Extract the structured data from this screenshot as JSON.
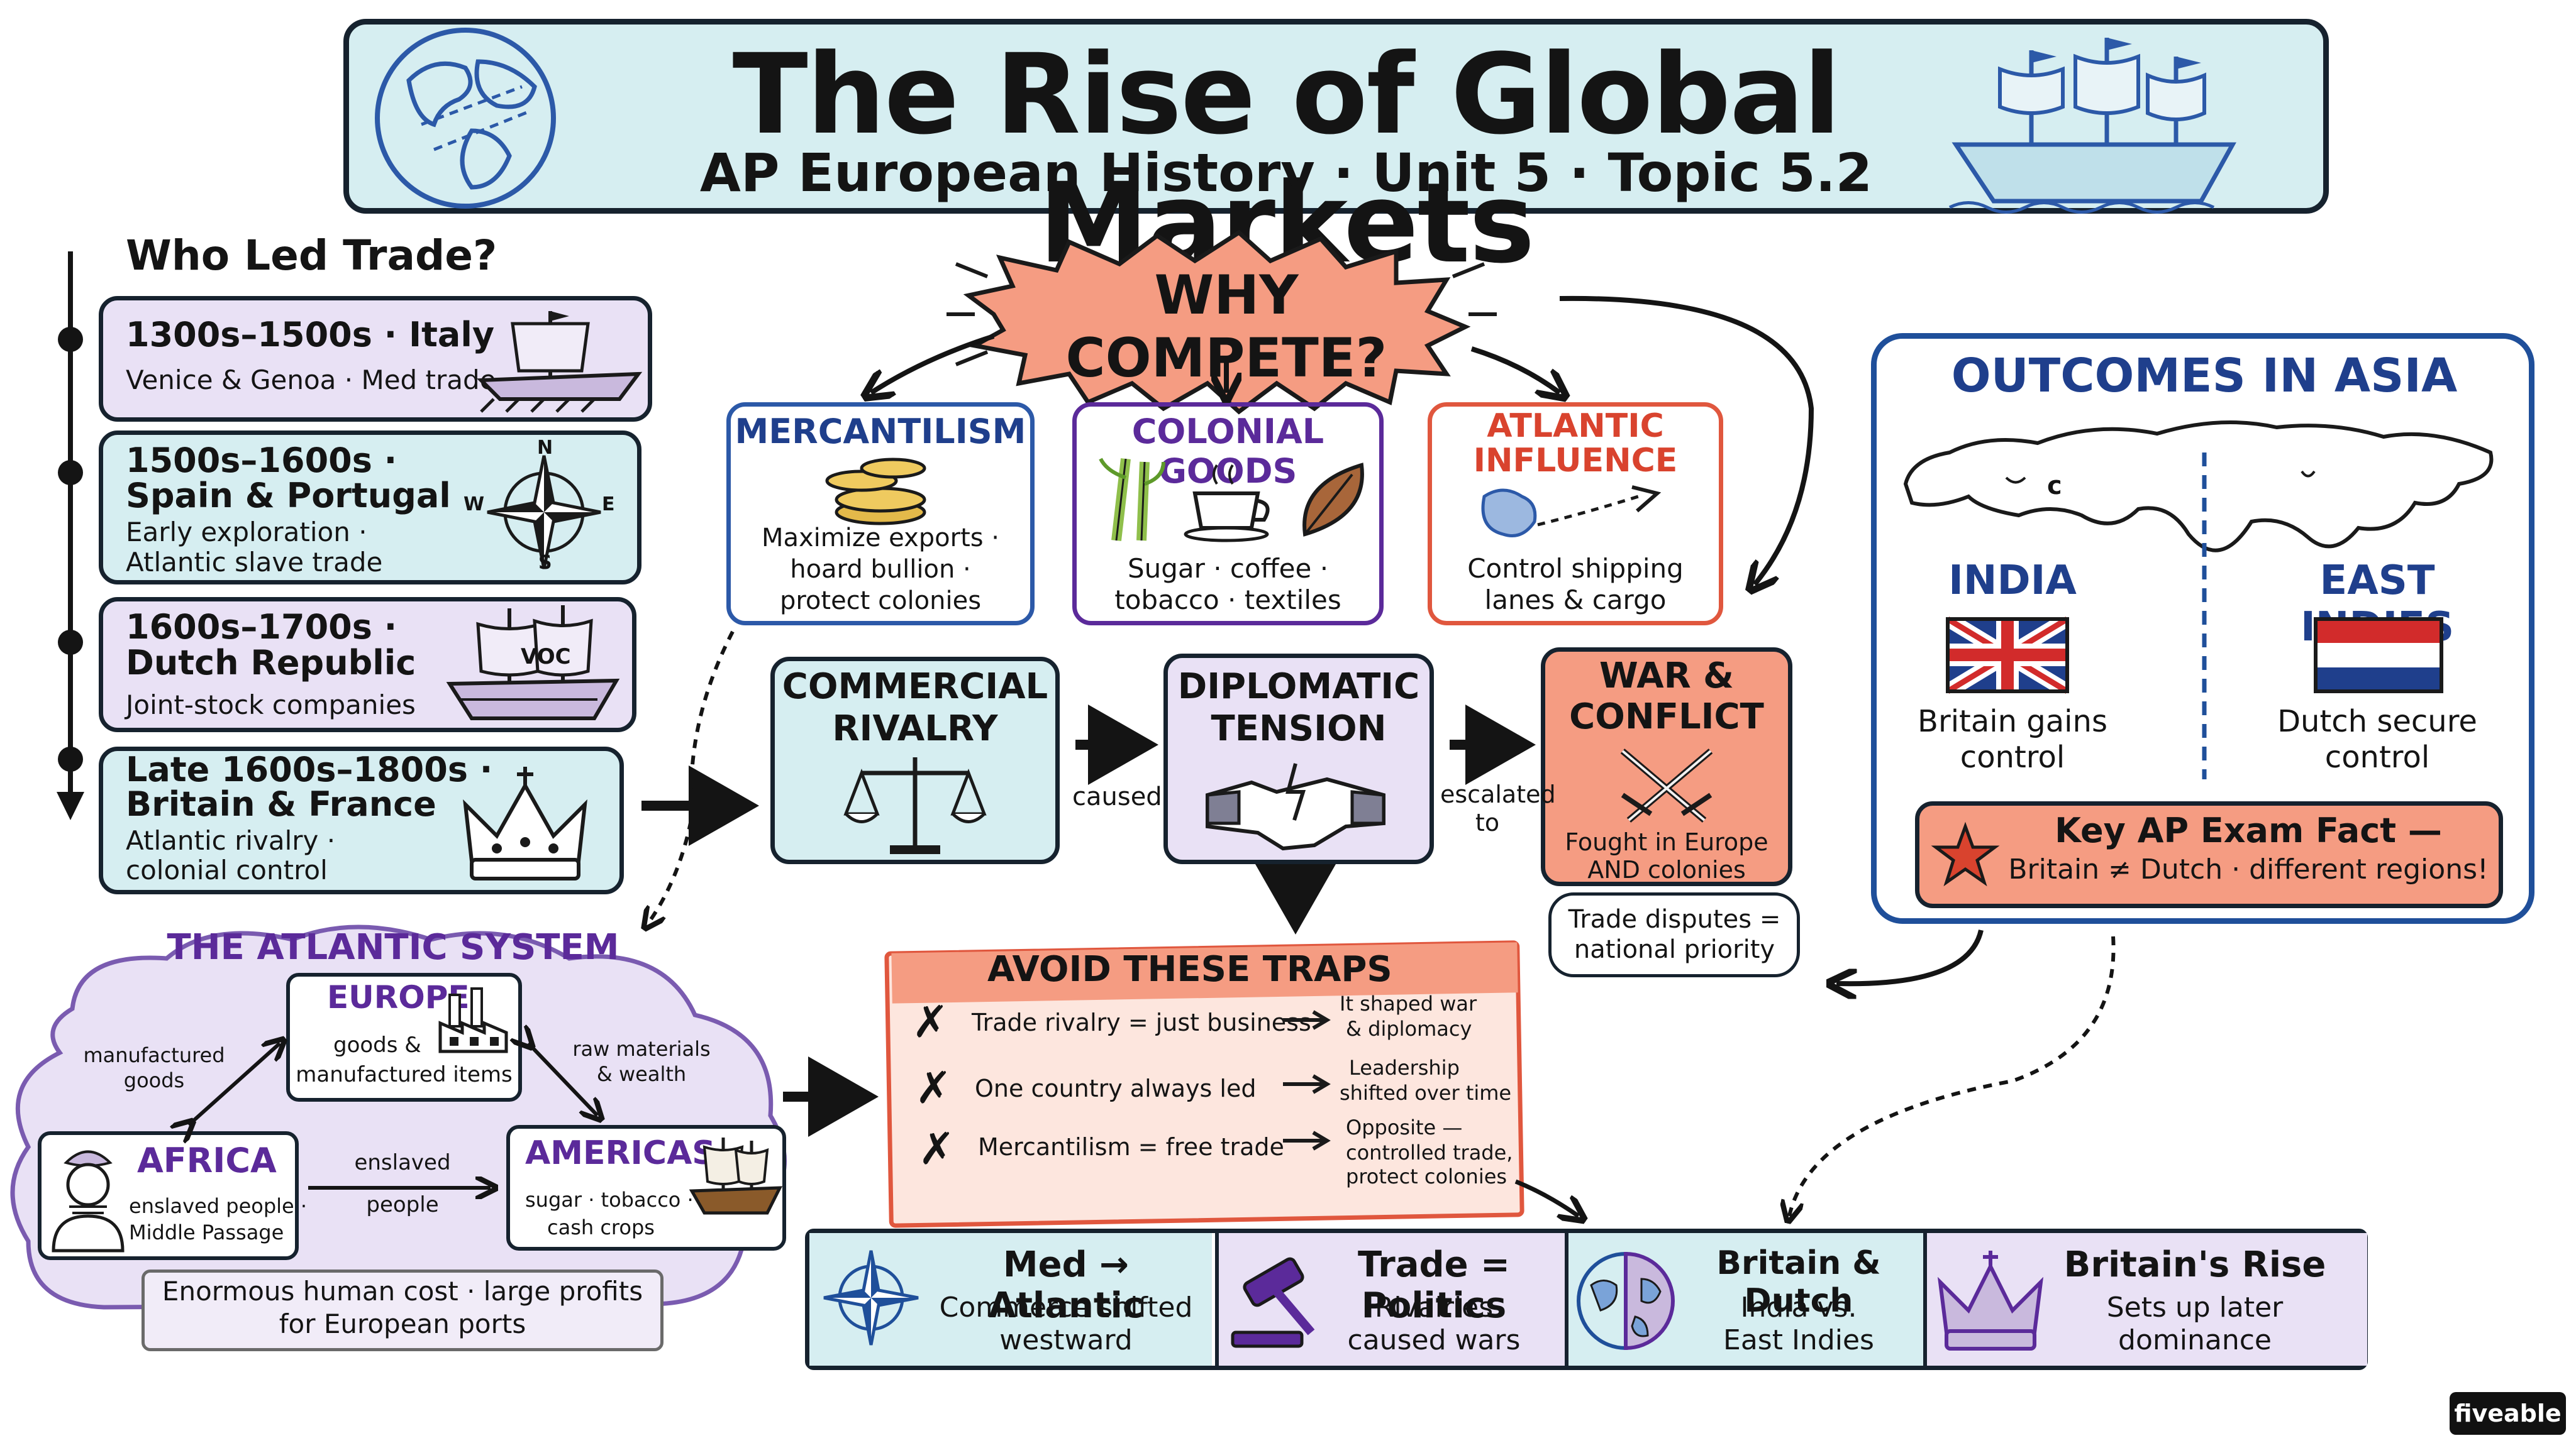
{
  "header": {
    "title": "The Rise of Global Markets",
    "subtitle": "AP European History · Unit 5 · Topic 5.2"
  },
  "timeline": {
    "heading": "Who Led Trade?",
    "eras": [
      {
        "title": "1300s–1500s · Italy",
        "desc": "Venice & Genoa · Med trade"
      },
      {
        "title_1": "1500s–1600s ·",
        "title_2": "Spain & Portugal",
        "desc_1": "Early exploration ·",
        "desc_2": "Atlantic slave trade",
        "compass": {
          "n": "N",
          "s": "S",
          "e": "E",
          "w": "W"
        }
      },
      {
        "title_1": "1600s–1700s ·",
        "title_2": "Dutch Republic",
        "desc": "Joint-stock companies",
        "flag": "VOC"
      },
      {
        "title_1": "Late 1600s–1800s ·",
        "title_2": "Britain & France",
        "desc_1": "Atlantic rivalry ·",
        "desc_2": "colonial control"
      }
    ]
  },
  "why": {
    "label": "WHY COMPETE?",
    "causes": [
      {
        "title": "MERCANTILISM",
        "lines": [
          "Maximize exports ·",
          "hoard bullion ·",
          "protect colonies"
        ]
      },
      {
        "title": "COLONIAL GOODS",
        "lines": [
          "Sugar · coffee ·",
          "tobacco · textiles"
        ]
      },
      {
        "title_1": "ATLANTIC",
        "title_2": "INFLUENCE",
        "lines": [
          "Control shipping",
          "lanes & cargo"
        ]
      }
    ]
  },
  "chain": {
    "rivalry": {
      "line_1": "COMMERCIAL",
      "line_2": "RIVALRY"
    },
    "caused": "caused",
    "tension": {
      "line_1": "DIPLOMATIC",
      "line_2": "TENSION"
    },
    "escalated": {
      "line_1": "escalated",
      "line_2": "to"
    },
    "war": {
      "line_1": "WAR &",
      "line_2": "CONFLICT",
      "sub_1": "Fought in Europe",
      "sub_2": "AND colonies"
    },
    "note": {
      "line_1": "Trade disputes =",
      "line_2": "national priority"
    }
  },
  "outcomes": {
    "title": "OUTCOMES IN ASIA",
    "map_mark": "c",
    "india": {
      "name": "INDIA",
      "line_1": "Britain gains",
      "line_2": "control"
    },
    "indies": {
      "name": "EAST INDIES",
      "line_1": "Dutch secure",
      "line_2": "control"
    },
    "fact": {
      "line_1": "Key AP Exam Fact —",
      "line_2": "Britain ≠ Dutch · different regions!"
    }
  },
  "atlantic": {
    "title": "THE ATLANTIC SYSTEM",
    "europe": {
      "name": "EUROPE",
      "line_1": "goods &",
      "line_2": "manufactured items"
    },
    "africa": {
      "name": "AFRICA",
      "line_1": "enslaved people ·",
      "line_2": "Middle Passage"
    },
    "americas": {
      "name": "AMERICAS",
      "line_1": "sugar · tobacco ·",
      "line_2": "cash crops"
    },
    "arrow_left": {
      "line_1": "manufactured",
      "line_2": "goods"
    },
    "arrow_right": {
      "line_1": "raw materials",
      "line_2": "& wealth"
    },
    "arrow_bottom": {
      "line_1": "enslaved",
      "line_2": "people"
    },
    "footer": {
      "line_1": "Enormous human cost · large profits",
      "line_2": "for European ports"
    }
  },
  "traps": {
    "title": "AVOID THESE TRAPS",
    "items": [
      {
        "myth": "Trade rivalry = just business",
        "truth_1": "It shaped war",
        "truth_2": "& diplomacy"
      },
      {
        "myth": "One country always led",
        "truth_1": "Leadership",
        "truth_2": "shifted over time"
      },
      {
        "myth": "Mercantilism = free trade",
        "truth_1": "Opposite —",
        "truth_2": "controlled trade,",
        "truth_3": "protect colonies"
      }
    ]
  },
  "summary": [
    {
      "title": "Med → Atlantic",
      "line_1": "Commerce shifted",
      "line_2": "westward"
    },
    {
      "title": "Trade = Politics",
      "line_1": "Rivalries",
      "line_2": "caused wars"
    },
    {
      "title": "Britain & Dutch",
      "line_1": "India vs.",
      "line_2": "East Indies"
    },
    {
      "title": "Britain's Rise",
      "line_1": "Sets up later",
      "line_2": "dominance"
    }
  ],
  "brand": "fiveable",
  "colors": {
    "teal": "#d6eef1",
    "lavender": "#e9e1f5",
    "salmon": "#f59c82",
    "navy": "#1f3f8c",
    "purple": "#5b2a9a",
    "red_text": "#d9432e",
    "ink": "#16222e"
  }
}
